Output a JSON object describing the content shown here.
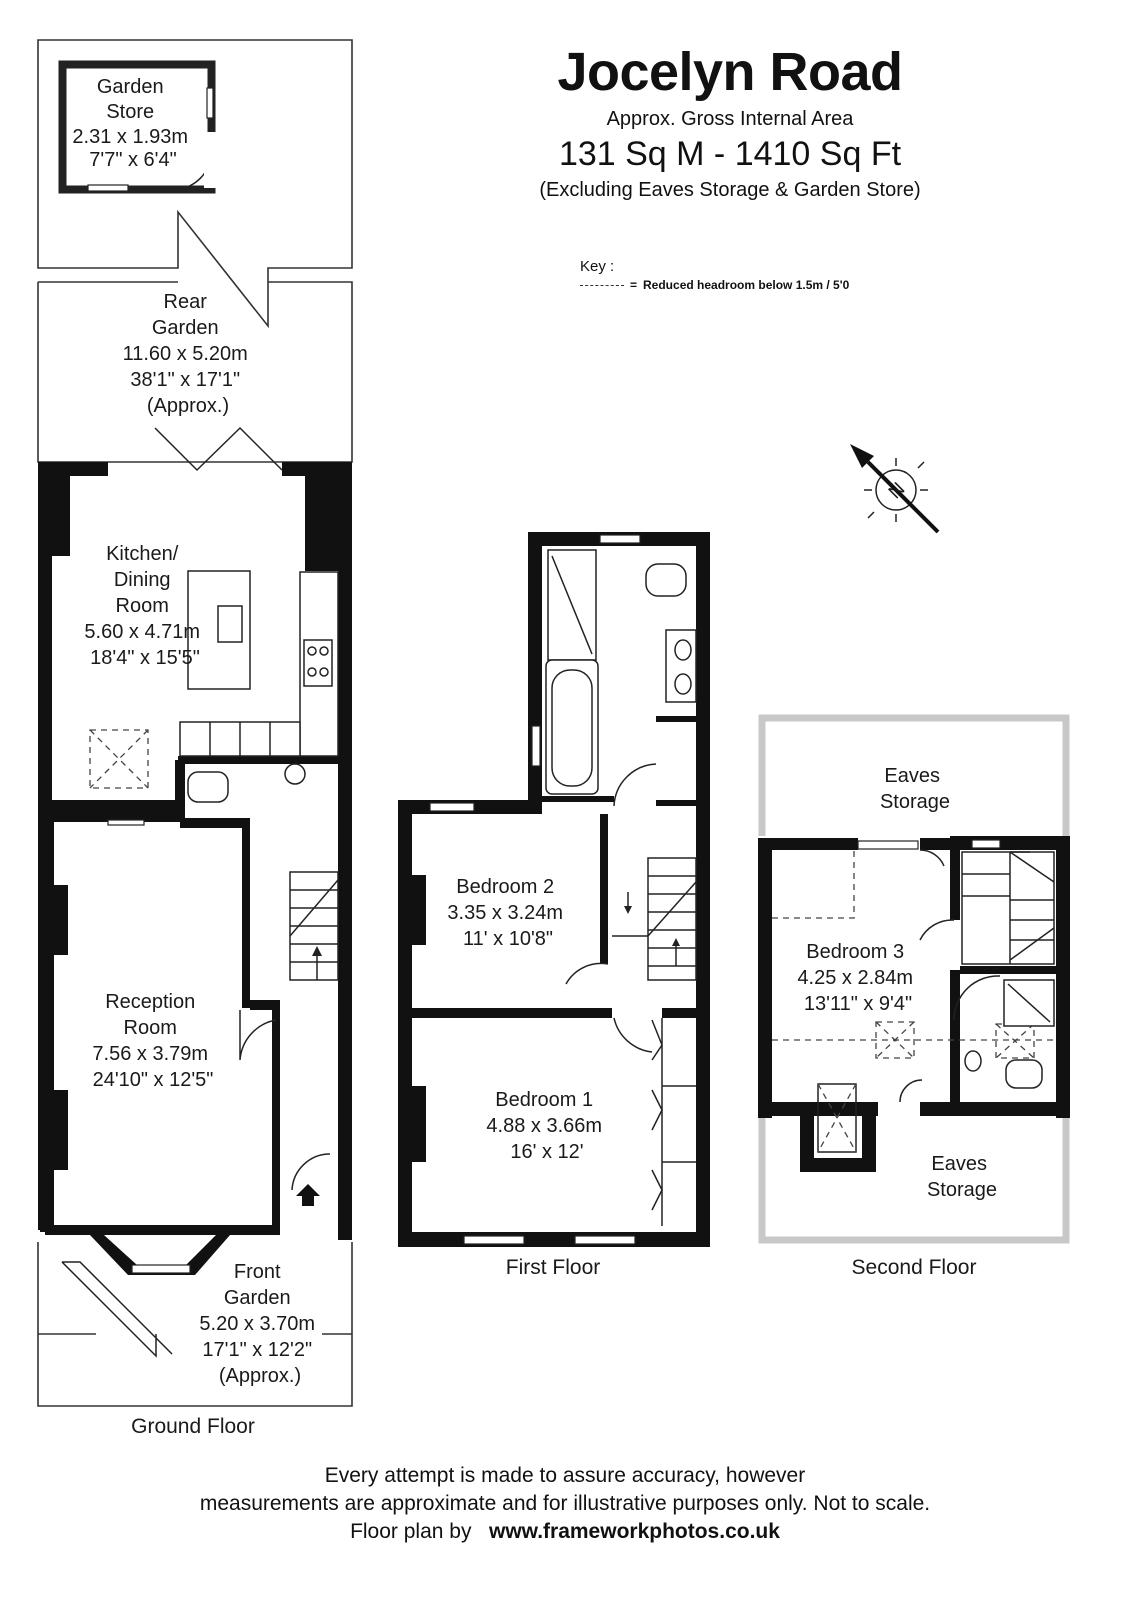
{
  "title": "Jocelyn Road",
  "area": {
    "label": "Approx. Gross Internal Area",
    "value": "131 Sq M - 1410 Sq Ft",
    "note": "(Excluding Eaves Storage & Garden Store)"
  },
  "key": {
    "title": "Key :",
    "equals": "=",
    "item": "Reduced  headroom below 1.5m / 5'0"
  },
  "compass": {
    "letter": "N"
  },
  "ground_floor": {
    "caption": "Ground Floor",
    "garden_store": [
      "Garden",
      "Store",
      "2.31 x 1.93m",
      "7'7\" x 6'4\""
    ],
    "rear_garden": [
      "Rear",
      "Garden",
      "11.60 x 5.20m",
      "38'1\" x 17'1\"",
      "(Approx.)"
    ],
    "kitchen": [
      "Kitchen/",
      "Dining",
      "Room",
      "5.60 x 4.71m",
      "18'4\" x 15'5\""
    ],
    "reception": [
      "Reception",
      "Room",
      "7.56 x 3.79m",
      "24'10\" x 12'5\""
    ],
    "front_garden": [
      "Front",
      "Garden",
      "5.20 x 3.70m",
      "17'1\" x 12'2\"",
      "(Approx.)"
    ]
  },
  "first_floor": {
    "caption": "First Floor",
    "bedroom2": [
      "Bedroom 2",
      "3.35 x 3.24m",
      "11' x 10'8\""
    ],
    "bedroom1": [
      "Bedroom 1",
      "4.88 x 3.66m",
      "16' x 12'"
    ]
  },
  "second_floor": {
    "caption": "Second Floor",
    "eaves_top": [
      "Eaves",
      "Storage"
    ],
    "bedroom3": [
      "Bedroom 3",
      "4.25 x 2.84m",
      "13'11\" x 9'4\""
    ],
    "eaves_bottom": [
      "Eaves",
      "Storage"
    ]
  },
  "footer": {
    "line1": "Every attempt is made to assure accuracy, however",
    "line2": "measurements are approximate and for illustrative purposes only. Not to scale.",
    "credit_prefix": "Floor plan by",
    "credit_url": "www.frameworkphotos.co.uk"
  }
}
